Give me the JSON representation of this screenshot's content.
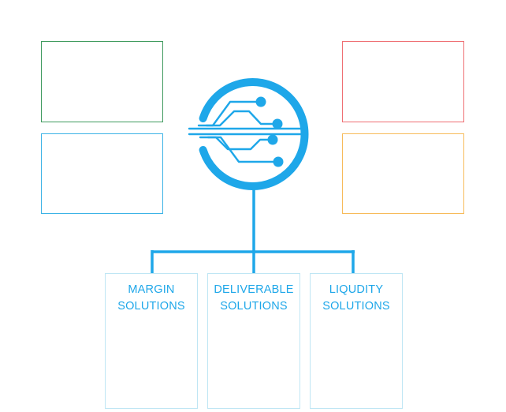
{
  "colors": {
    "hub": "#1ea7e9",
    "connector": "#1ea7e9",
    "solution_text": "#1ea7e9",
    "solution_border": "#bfe6f4",
    "box_green": "#3f9a5e",
    "box_blue": "#3cb3e6",
    "box_red": "#ef6f73",
    "box_orange": "#f7bb5a"
  },
  "icons": {
    "hub": "circuit-globe-icon"
  },
  "solutions": [
    {
      "line1": "MARGIN",
      "line2": "SOLUTIONS"
    },
    {
      "line1": "DELIVERABLE",
      "line2": "SOLUTIONS"
    },
    {
      "line1": "LIQUDITY",
      "line2": "SOLUTIONS"
    }
  ]
}
